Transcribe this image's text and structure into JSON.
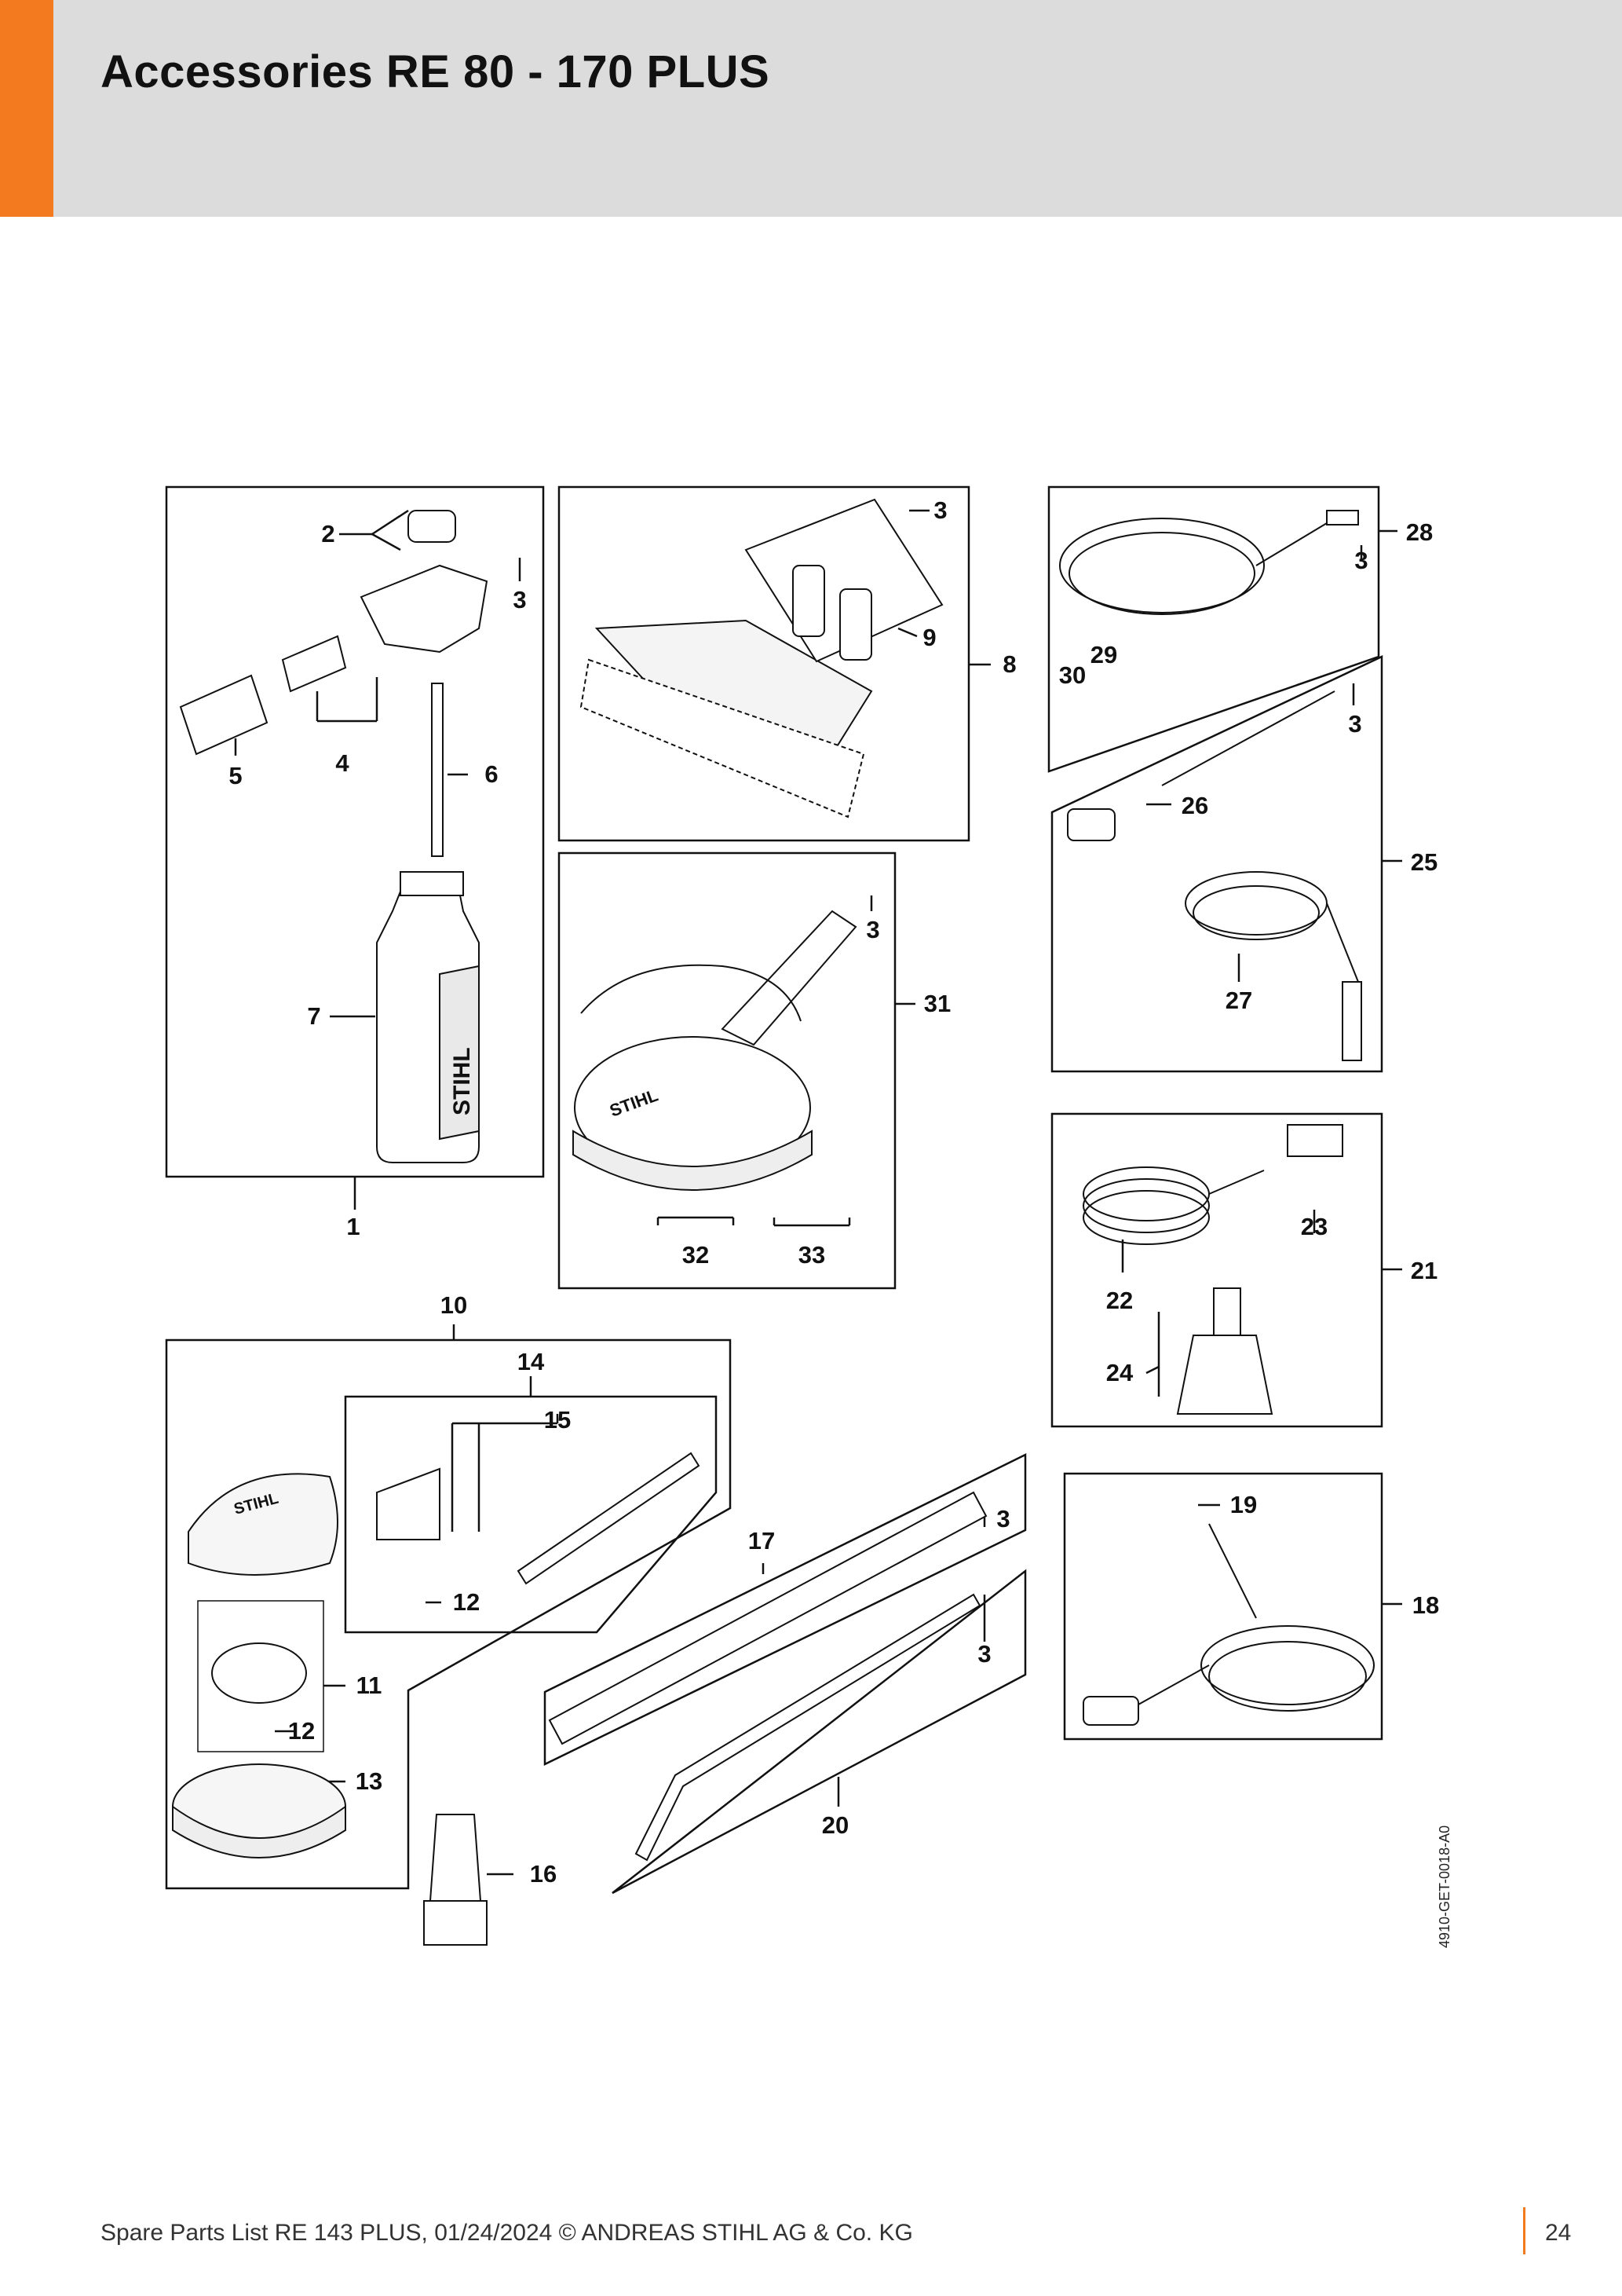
{
  "header": {
    "title": "Accessories RE 80 - 170 PLUS",
    "accent_color": "#f37a1f"
  },
  "footer": {
    "text": "Spare Parts List RE 143 PLUS, 01/24/2024 © ANDREAS STIHL AG & Co. KG",
    "page_number": "24"
  },
  "drawing_code": "4910-GET-0018-A0",
  "brand_mark": "STIHL",
  "callouts": {
    "c1": "1",
    "c2": "2",
    "c3": "3",
    "c4": "4",
    "c5": "5",
    "c6": "6",
    "c7": "7",
    "c8": "8",
    "c9": "9",
    "c10": "10",
    "c11": "11",
    "c12": "12",
    "c13": "13",
    "c14": "14",
    "c15": "15",
    "c16": "16",
    "c17": "17",
    "c18": "18",
    "c19": "19",
    "c20": "20",
    "c21": "21",
    "c22": "22",
    "c23": "23",
    "c24": "24",
    "c25": "25",
    "c26": "26",
    "c27": "27",
    "c28": "28",
    "c29": "29",
    "c30": "30",
    "c31": "31",
    "c32": "32",
    "c33": "33"
  }
}
